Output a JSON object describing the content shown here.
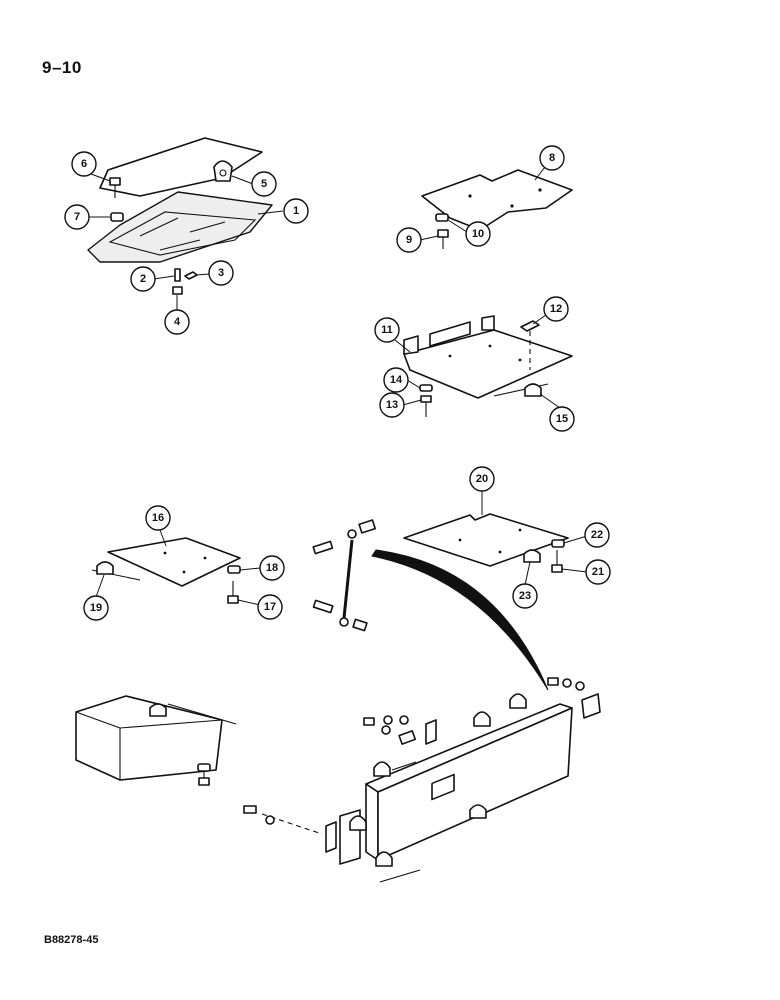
{
  "page": {
    "title": "9–10",
    "doc_code": "B88278-45"
  },
  "callouts": [
    "1",
    "2",
    "3",
    "4",
    "5",
    "6",
    "7",
    "8",
    "9",
    "10",
    "11",
    "12",
    "13",
    "14",
    "15",
    "16",
    "17",
    "18",
    "19",
    "20",
    "21",
    "22",
    "23"
  ],
  "colors": {
    "ink": "#111111",
    "paper": "#ffffff"
  }
}
